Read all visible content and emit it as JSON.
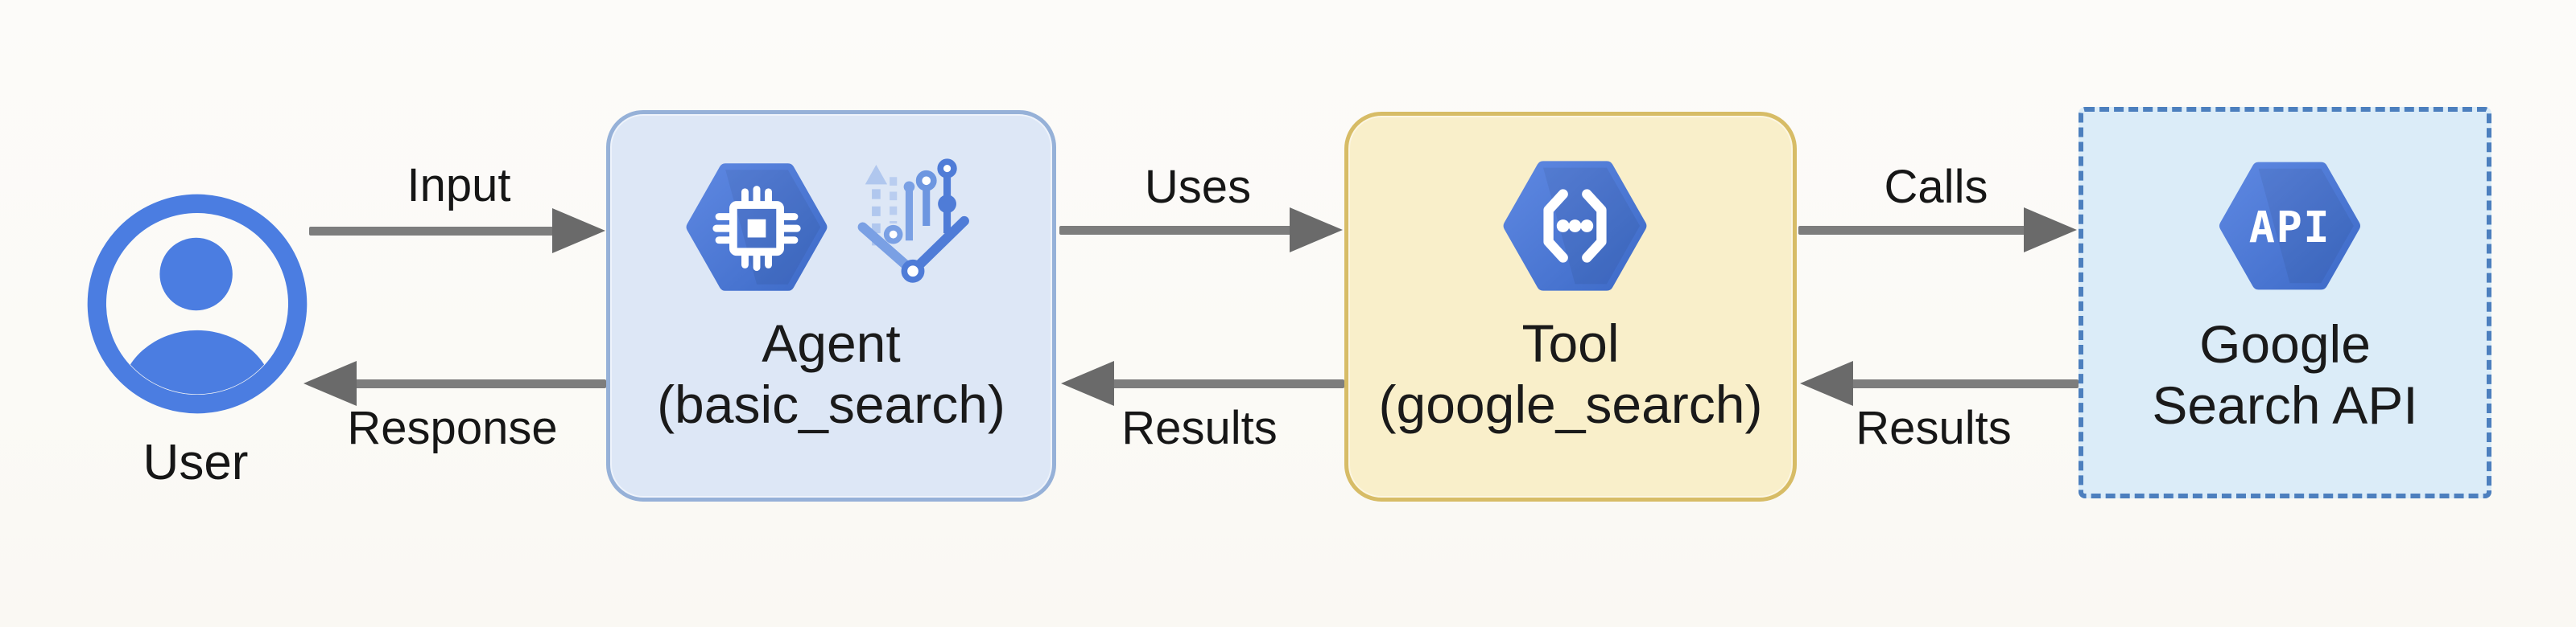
{
  "diagram": {
    "type": "flow-diagram",
    "background": "#fbfaf7"
  },
  "nodes": {
    "user": {
      "label": "User",
      "icon": "user-icon",
      "icon_color": "#4b7de1"
    },
    "agent": {
      "title": "Agent",
      "subtitle": "(basic_search)",
      "icons": [
        "cpu-hexagon-icon",
        "branch-pipeline-icon"
      ],
      "fill": "#dde7f6",
      "border": "#96b1d8"
    },
    "tool": {
      "title": "Tool",
      "subtitle": "(google_search)",
      "icon": "code-brackets-hexagon-icon",
      "fill": "#f9efca",
      "border": "#d7bc66"
    },
    "api": {
      "title": "Google",
      "subtitle": "Search API",
      "icon": "api-hexagon-icon",
      "icon_text": "API",
      "fill": "#dbecf8",
      "border": "#4c7fbe",
      "border_style": "dashed"
    }
  },
  "edges": [
    {
      "from": "user",
      "to": "agent",
      "label": "Input",
      "direction": "right"
    },
    {
      "from": "agent",
      "to": "user",
      "label": "Response",
      "direction": "left"
    },
    {
      "from": "agent",
      "to": "tool",
      "label": "Uses",
      "direction": "right"
    },
    {
      "from": "tool",
      "to": "agent",
      "label": "Results",
      "direction": "left"
    },
    {
      "from": "tool",
      "to": "api",
      "label": "Calls",
      "direction": "right"
    },
    {
      "from": "api",
      "to": "tool",
      "label": "Results",
      "direction": "left"
    }
  ],
  "colors": {
    "hexagon_blue_light": "#5d87e1",
    "hexagon_blue_dark": "#3e6bc8",
    "arrow_gray": "#7d7d7d",
    "text": "#161616"
  }
}
